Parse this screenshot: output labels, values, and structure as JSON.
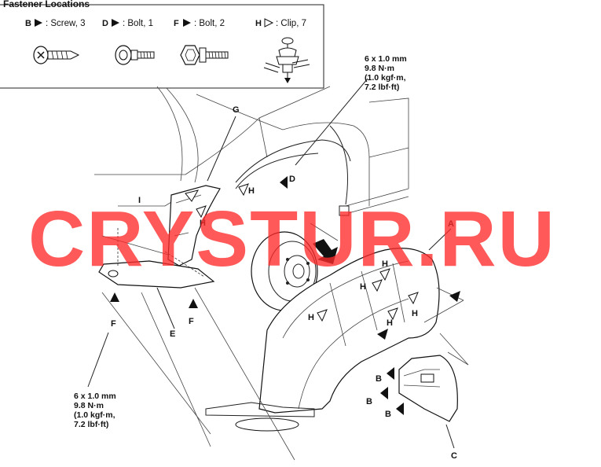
{
  "legend": {
    "title": "Fastener Locations",
    "items": [
      {
        "key": "B",
        "text": ": Screw, 3",
        "marker": "filled"
      },
      {
        "key": "D",
        "text": ": Bolt, 1",
        "marker": "filled"
      },
      {
        "key": "F",
        "text": ": Bolt, 2",
        "marker": "filled"
      },
      {
        "key": "H",
        "text": ": Clip, 7",
        "marker": "outline"
      }
    ]
  },
  "torque_top": {
    "line1": "6 x 1.0 mm",
    "line2": "9.8 N·m",
    "line3": "(1.0 kgf·m,",
    "line4": "7.2 lbf·ft)"
  },
  "torque_bottom": {
    "line1": "6 x 1.0 mm",
    "line2": "9.8 N·m",
    "line3": "(1.0 kgf·m,",
    "line4": "7.2 lbf·ft)"
  },
  "callouts": {
    "A": "A",
    "C": "C",
    "E": "E",
    "G": "G",
    "I": "I",
    "B": "B",
    "D": "D",
    "F": "F",
    "H": "H"
  },
  "watermark": {
    "text": "CRYSTUR.RU",
    "color": "#ff2a2a"
  }
}
